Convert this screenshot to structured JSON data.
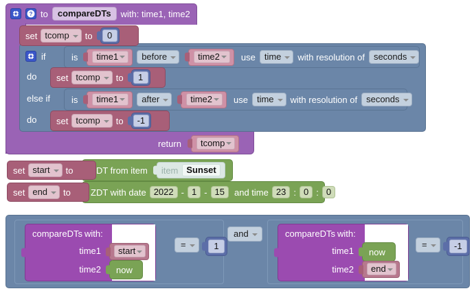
{
  "procedure": {
    "gear_icon": "gear-icon",
    "help_icon": "help-icon",
    "to_label": "to",
    "name": "compareDTs",
    "with_label": "with: time1, time2",
    "body": {
      "set_init": {
        "set_label": "set",
        "variable": "tcomp",
        "to_label": "to",
        "value": "0"
      },
      "if_block": {
        "gear_icon": "gear-icon",
        "if_label": "if",
        "condition": {
          "is_label": "is",
          "left": "time1",
          "operator": "before",
          "right": "time2",
          "use_label": "use",
          "use_value": "time",
          "resolution_label": "with resolution of",
          "resolution_value": "seconds"
        },
        "do_label": "do",
        "do_statement": {
          "set_label": "set",
          "variable": "tcomp",
          "to_label": "to",
          "value": "1"
        },
        "elseif_label": "else if",
        "elseif_condition": {
          "is_label": "is",
          "left": "time1",
          "operator": "after",
          "right": "time2",
          "use_label": "use",
          "use_value": "time",
          "resolution_label": "with resolution of",
          "resolution_value": "seconds"
        },
        "elseif_do_label": "do",
        "elseif_do_statement": {
          "set_label": "set",
          "variable": "tcomp",
          "to_label": "to",
          "value": "-1"
        }
      },
      "return": {
        "return_label": "return",
        "value": "tcomp"
      }
    }
  },
  "assignments": [
    {
      "set_label": "set",
      "variable": "start",
      "to_label": "to",
      "expr_label": "ZDT from item",
      "item_label": "item",
      "item_value": "Sunset"
    },
    {
      "set_label": "set",
      "variable": "end",
      "to_label": "to",
      "expr_label": "ZDT with date",
      "year": "2022",
      "dash1": "-",
      "month": "1",
      "dash2": "-",
      "day": "15",
      "and_time_label": "and time",
      "hour": "23",
      "colon1": ":",
      "minute": "0",
      "colon2": ":",
      "second": "0"
    }
  ],
  "condition_expression": {
    "operator": "and",
    "left": {
      "call_label": "compareDTs",
      "with_label": "with:",
      "args": [
        {
          "name": "time1",
          "value": "start",
          "type": "variable"
        },
        {
          "name": "time2",
          "value": "now",
          "type": "datetime"
        }
      ],
      "comparison": "=",
      "compare_value": "1"
    },
    "right": {
      "call_label": "compareDTs",
      "with_label": "with:",
      "args": [
        {
          "name": "time1",
          "value": "now",
          "type": "datetime"
        },
        {
          "name": "time2",
          "value": "end",
          "type": "variable"
        }
      ],
      "comparison": "=",
      "compare_value": "-1"
    }
  },
  "colors": {
    "procedure_purple": "#9a63b5",
    "variable_rose": "#a85f78",
    "control_blue": "#6b86a8",
    "number_blue": "#5c6ea8",
    "datetime_green": "#7aa355",
    "call_violet": "#9b4bb0"
  }
}
